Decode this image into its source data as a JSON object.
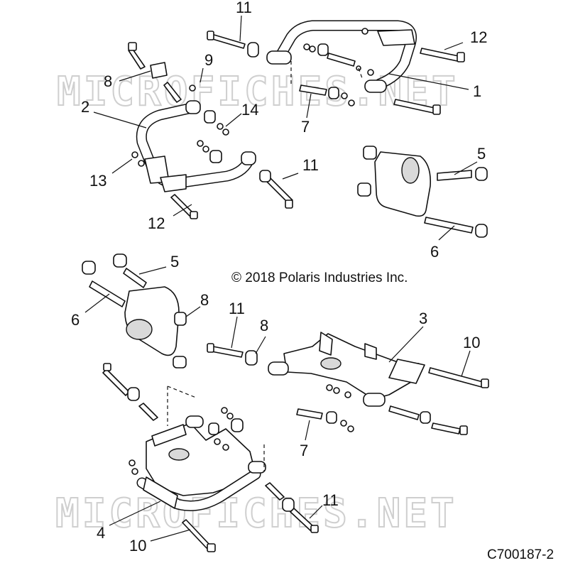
{
  "watermark": {
    "text_top": "MICROFICHES.NET",
    "text_bottom": "MICROFICHES.NET"
  },
  "copyright": "© 2018 Polaris Industries Inc.",
  "diagram_code": "C700187-2",
  "callouts": {
    "c11_top": "11",
    "c12_top": "12",
    "c1": "1",
    "c9": "9",
    "c8_top": "8",
    "c2": "2",
    "c14": "14",
    "c7_top": "7",
    "c13": "13",
    "c11_mid": "11",
    "c12_mid": "12",
    "c5_right": "5",
    "c6_right": "6",
    "c5_left": "5",
    "c6_left": "6",
    "c8_mid_left": "8",
    "c11_lower": "11",
    "c8_lower": "8",
    "c3": "3",
    "c10_right": "10",
    "c7_lower": "7",
    "c11_bottom": "11",
    "c4": "4",
    "c10_bottom": "10"
  }
}
